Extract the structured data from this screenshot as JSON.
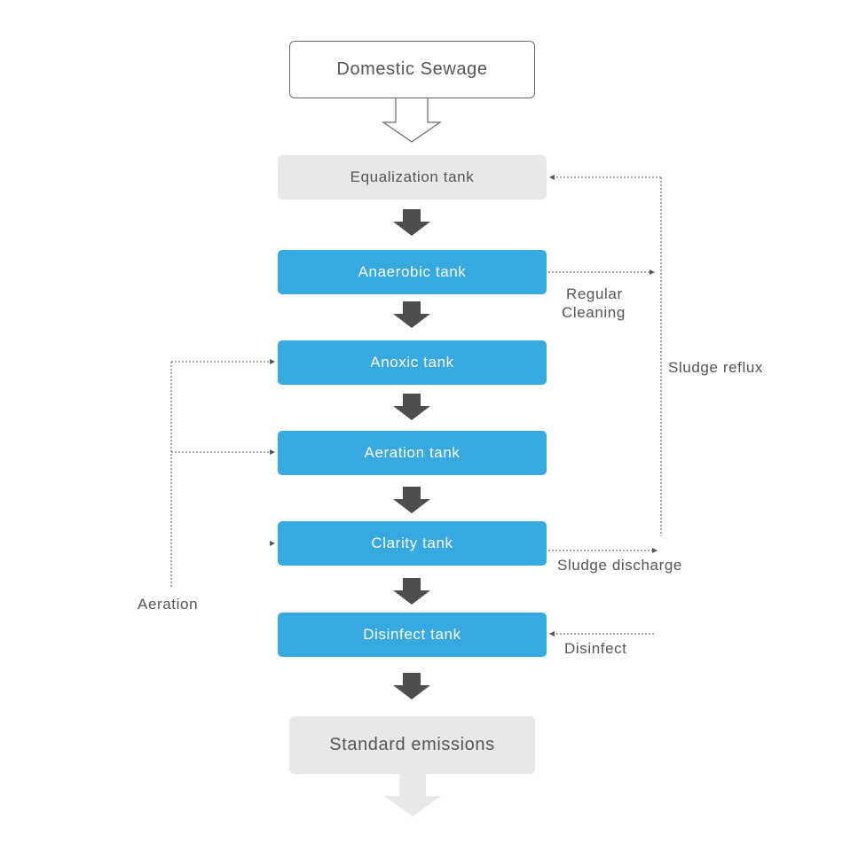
{
  "diagram": {
    "source": "Domestic Sewage",
    "tanks": {
      "equalization": "Equalization tank",
      "anaerobic": "Anaerobic tank",
      "anoxic": "Anoxic tank",
      "aeration": "Aeration tank",
      "clarity": "Clarity tank",
      "disinfect": "Disinfect tank"
    },
    "output": "Standard emissions",
    "labels": {
      "regular_cleaning_line1": "Regular",
      "regular_cleaning_line2": "Cleaning",
      "sludge_reflux": "Sludge reflux",
      "sludge_discharge": "Sludge discharge",
      "aeration": "Aeration",
      "disinfect": "Disinfect"
    },
    "colors": {
      "tank_blue": "#36a9e1",
      "tank_gray": "#e8e8e8",
      "arrow_dark": "#4d4d4d",
      "text": "#555555",
      "dotted_line": "#555555"
    }
  }
}
